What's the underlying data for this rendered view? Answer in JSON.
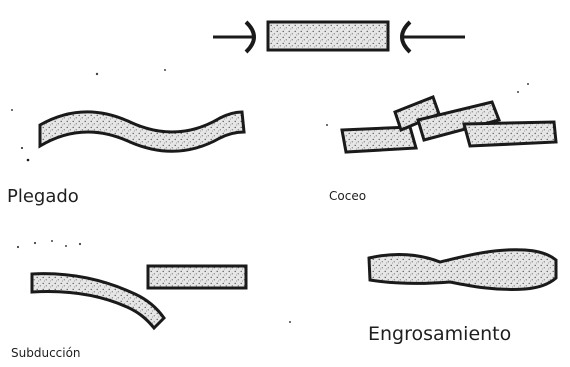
{
  "labels": {
    "plegado": "Plegado",
    "coceo": "Coceo",
    "subduccion": "Subducción",
    "engrosamiento": "Engrosamiento"
  },
  "colors": {
    "ink": "#1a1a1a",
    "fill": "#e6e6e6",
    "speckle": "#555555",
    "background": "#ffffff"
  },
  "icons": {
    "compression": "arrows-pointing-inward",
    "fold": "wavy-band",
    "thrust": "stacked-broken-band",
    "subduction": "band-diving-under",
    "thickening": "swelling-band"
  }
}
